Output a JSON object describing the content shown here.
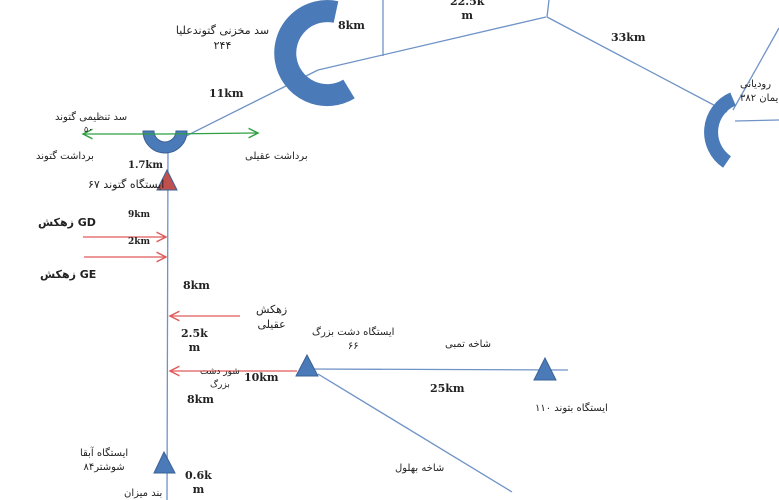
{
  "colors": {
    "river": "#6f93c6",
    "structure": "#4a7ab8",
    "structure_stroke": "#3a6296",
    "drain": "#e05a5a",
    "withdrawal": "#2ea043",
    "station_alert": "#c0504d"
  },
  "dams": {
    "upper_gotvand": {
      "name": "سد مخزنی گتوندعلیا",
      "code": "۲۴۴"
    },
    "gotvand_regulating": {
      "name": "سد تنظیمی گتوند",
      "code": "۵۰"
    },
    "masjed_soleyman": {
      "name_partial": "رودیانی",
      "code_partial": "یمان ۳۸۲"
    }
  },
  "withdrawals": {
    "left": "برداشت گتوند",
    "right": "برداشت عقیلی"
  },
  "stations": {
    "gotvand": "ایستگاه گتوند ۶۷",
    "dasht_bozorg": {
      "name": "ایستگاه دشت بزرگ",
      "code": "۶۶"
    },
    "batvand": "ایستگاه بتوند ۱۱۰",
    "aghili_shoushtar": {
      "name": "ایستگاه آبقا",
      "code": "شوشتر۸۴"
    }
  },
  "drains": {
    "gd": "زهکش GD",
    "ge": "زهکش GE",
    "aghili_line1": "زهکش",
    "aghili_line2": "عقیلی",
    "shour_line1": "شور دشت",
    "shour_line2": "بزرگ"
  },
  "branches": {
    "tembi": "شاخه تمبی",
    "bahloul": "شاخه بهلول"
  },
  "weir": "بند میزان",
  "distances": {
    "d8km_top": "8km",
    "d22_5": "22.5k",
    "d22_5b": "m",
    "d33": "33km",
    "d11": "11km",
    "d1_7": "1.7km",
    "d9": "9km",
    "d2": "2km",
    "d8a": "8km",
    "d2_5": "2.5k",
    "d2_5b": "m",
    "d10": "10km",
    "d8b": "8km",
    "d25": "25km",
    "d0_6": "0.6k",
    "d0_6b": "m"
  }
}
